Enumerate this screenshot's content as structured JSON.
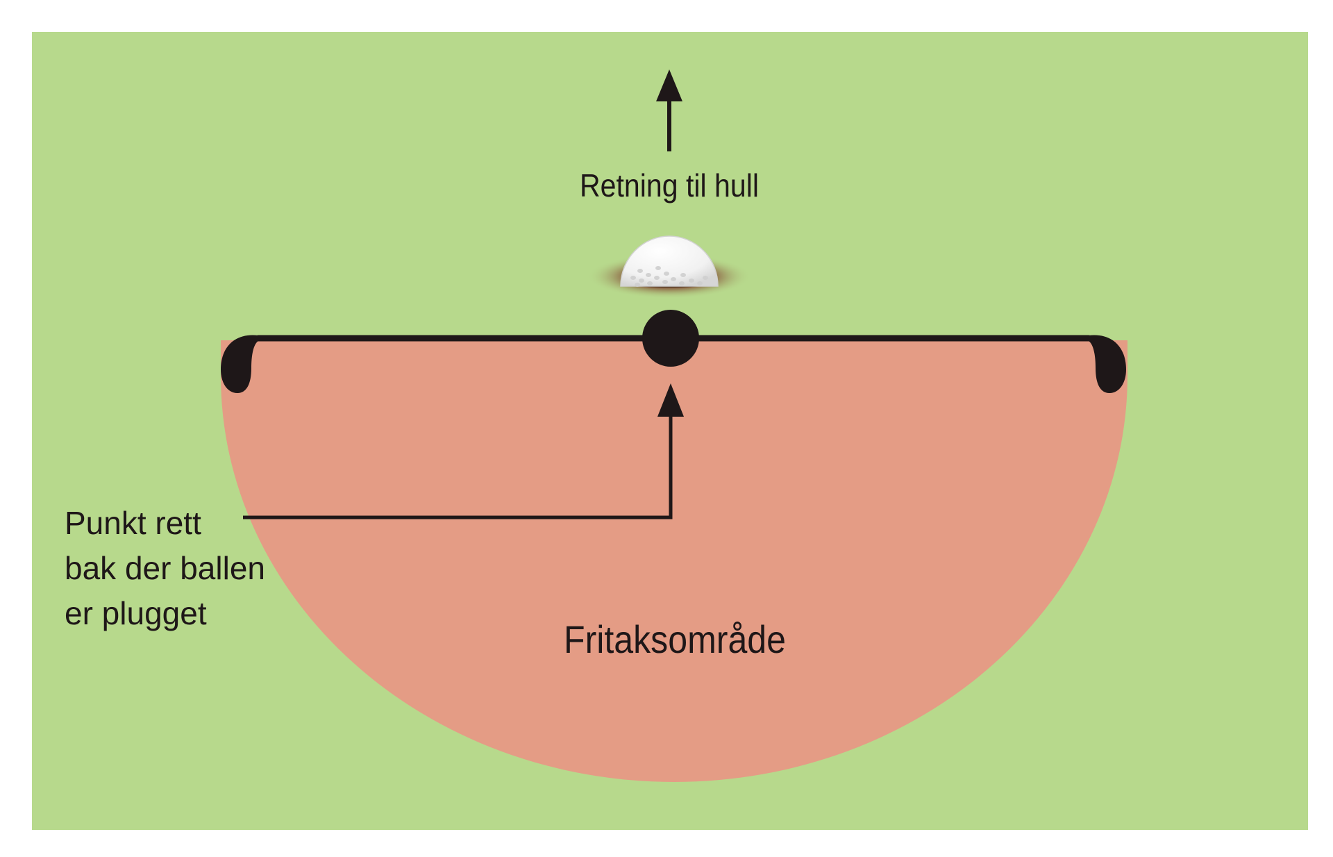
{
  "labels": {
    "direction": "Retning til hull",
    "reference_point": "Punkt rett\nbak der ballen\ner plugget",
    "relief_area": "Fritaksområde"
  },
  "colors": {
    "background": "#b7d98c",
    "relief_area": "#e49c85",
    "line": "#1e1718",
    "ball": "#f4f4f4",
    "pitch_mark": "#8a5c40"
  },
  "icons": {
    "direction_arrow": "arrow-up-icon",
    "ball": "golf-ball-icon"
  }
}
